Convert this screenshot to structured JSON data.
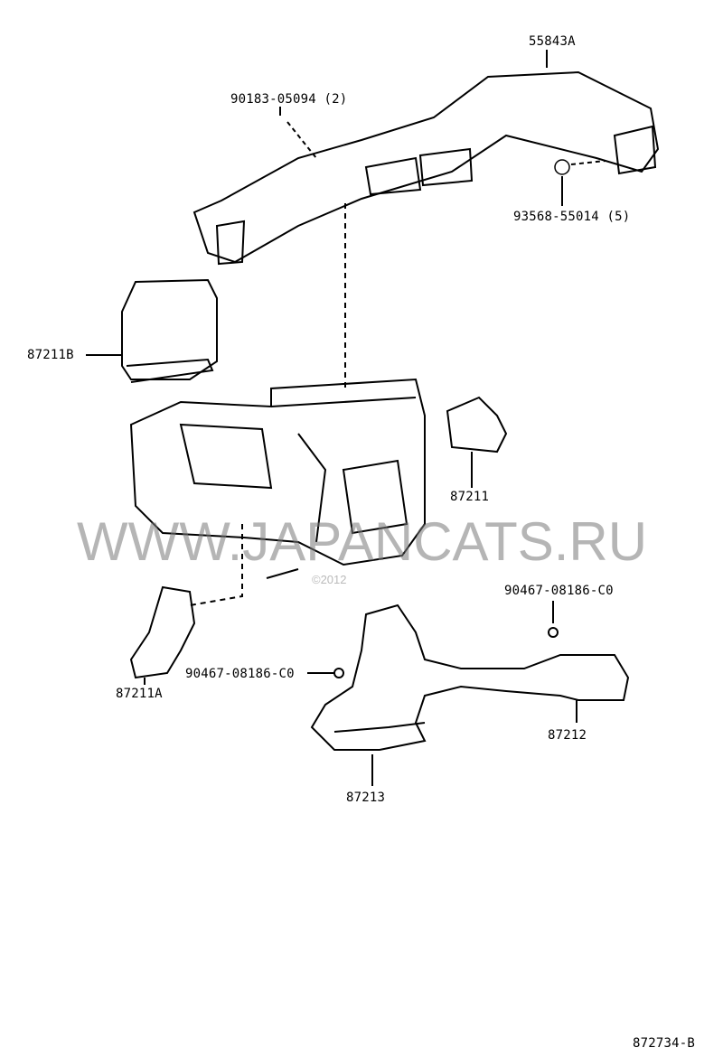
{
  "diagram_id": "872734-B",
  "watermark": "WWW.JAPANCATS.RU",
  "copyright": "©2012",
  "parts": {
    "p55843A": "55843A",
    "p90183": "90183-05094 (2)",
    "p93568": "93568-55014 (5)",
    "p87211B": "87211B",
    "p87211": "87211",
    "p90467_right": "90467-08186-C0",
    "p90467_left": "90467-08186-C0",
    "p87211A": "87211A",
    "p87212": "87212",
    "p87213": "87213"
  }
}
